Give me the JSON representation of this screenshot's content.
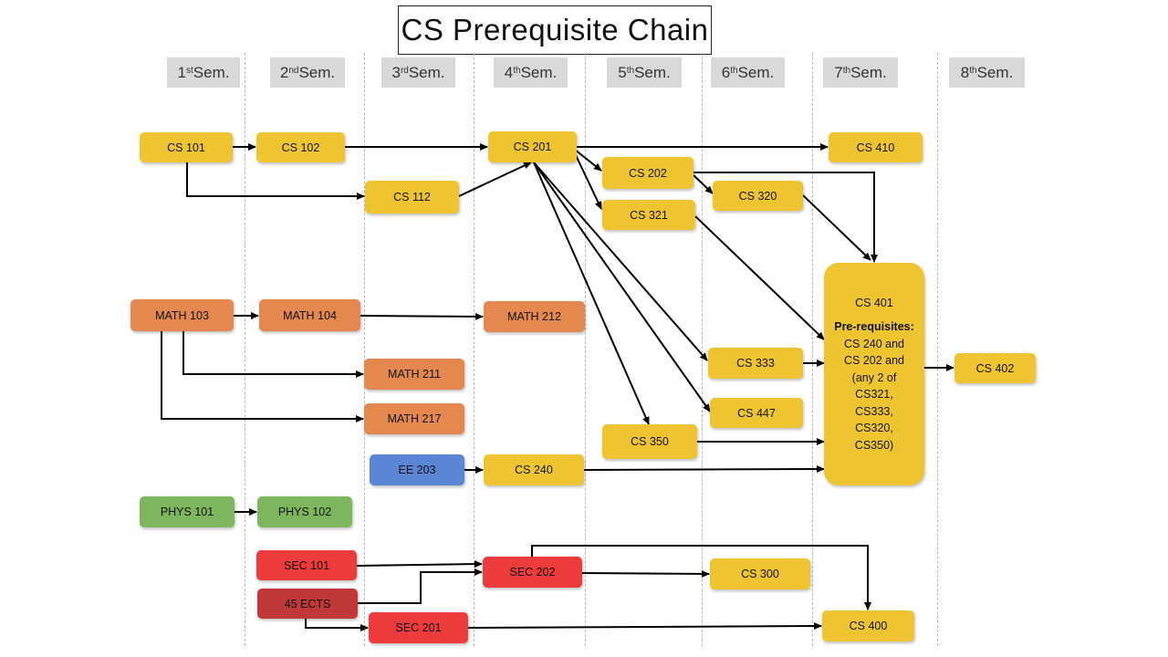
{
  "title": "CS Prerequisite Chain",
  "semesters": [
    {
      "num": "1",
      "sup": "st",
      "suffix": " Sem."
    },
    {
      "num": "2",
      "sup": "nd",
      "suffix": " Sem."
    },
    {
      "num": "3",
      "sup": "rd",
      "suffix": " Sem."
    },
    {
      "num": "4",
      "sup": "th",
      "suffix": " Sem."
    },
    {
      "num": "5",
      "sup": "th",
      "suffix": " Sem."
    },
    {
      "num": "6",
      "sup": "th",
      "suffix": " Sem."
    },
    {
      "num": "7",
      "sup": "th",
      "suffix": " Sem."
    },
    {
      "num": "8",
      "sup": "th",
      "suffix": " Sem."
    }
  ],
  "courses": {
    "cs101": "CS 101",
    "cs102": "CS 102",
    "cs112": "CS 112",
    "cs201": "CS 201",
    "cs202": "CS 202",
    "cs321": "CS 321",
    "cs320": "CS 320",
    "cs410": "CS 410",
    "math103": "MATH 103",
    "math104": "MATH 104",
    "math211": "MATH 211",
    "math217": "MATH 217",
    "math212": "MATH 212",
    "ee203": "EE 203",
    "cs240": "CS 240",
    "cs350": "CS 350",
    "cs333": "CS 333",
    "cs447": "CS 447",
    "cs402": "CS 402",
    "phys101": "PHYS 101",
    "phys102": "PHYS 102",
    "sec101": "SEC 101",
    "ects45": "45 ECTS",
    "sec201": "SEC 201",
    "sec202": "SEC 202",
    "cs300": "CS 300",
    "cs400": "CS 400"
  },
  "cs401": {
    "name": "CS 401",
    "heading": "Pre-requisites:",
    "lines": [
      "CS 240 and",
      "CS 202 and",
      "(any 2 of",
      "CS321,",
      "CS333,",
      "CS320,",
      "CS350)"
    ]
  },
  "colors": {
    "core": "#eec531",
    "math": "#e5884f",
    "physics": "#7db65c",
    "ee": "#5b86d6",
    "security": "#ee3b3b",
    "credits": "#c03838"
  }
}
